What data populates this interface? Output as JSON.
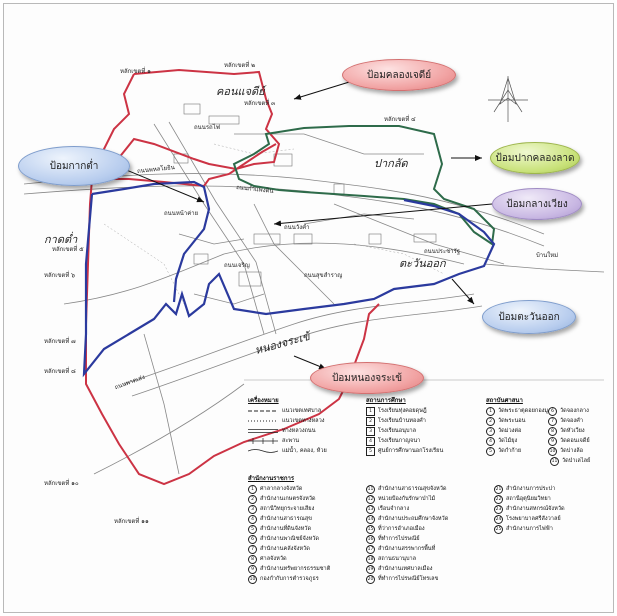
{
  "regions": {
    "ban_kae": "ป้อมคลองเจดีย์",
    "pak_khlong": "ป้อมปากคลองลาด",
    "pak_kao": "ป้อมกากต่ำ",
    "klang_wiang": "ป้อมกลางเวียง",
    "tawan_ok": "ป้อมตะวันออก",
    "nong_chorakhe": "ป้อมหนองจระเข้"
  },
  "map_text": {
    "north_area": "คอนแจดีย์",
    "west_area": "กาดต่ำ",
    "east_north": "ปากลัด",
    "east_area": "ตะวันออก",
    "south_area": "หนองจระเข้",
    "east_village": "บ้านใหม่",
    "km_labels": [
      "หลักเขตที่ ๑",
      "หลักเขตที่ ๒",
      "หลักเขตที่ ๓",
      "หลักเขตที่ ๔",
      "หลักเขตที่ ๕",
      "หลักเขตที่ ๖",
      "หลักเขตที่ ๗",
      "หลักเขตที่ ๘",
      "หลักเขตที่ ๑๐",
      "หลักเขตที่ ๑๑"
    ],
    "roads": [
      "ถนนพหลโยธิน",
      "ถนนกำแพงดิน",
      "ถนนรถไฟ",
      "ถนนวังคำ",
      "ถนนเจริญ",
      "ถนนสุขสำราญ",
      "ถนนพาดเส่ง",
      "ถนนหน้าค่าย",
      "ถนนประชารัฐ"
    ]
  },
  "legend": {
    "symbols_title": "เครื่องหมาย",
    "symbols": [
      {
        "icon": "boundary-line",
        "label": "แนวเขตเทศบาล"
      },
      {
        "icon": "city-limit-line",
        "label": "แนวเขตทางหลวง"
      },
      {
        "icon": "road-line",
        "label": "ทางหลวงถนน"
      },
      {
        "icon": "railway-line",
        "label": "สะพาน"
      },
      {
        "icon": "river-line",
        "label": "แม่น้ำ, คลอง, ห้วย"
      }
    ],
    "education_title": "สถานการศึกษา",
    "education": [
      {
        "n": "1",
        "label": "โรงเรียนทุ่งคอยดุษฎี"
      },
      {
        "n": "2",
        "label": "โรงเรียนบ้านทองคำ"
      },
      {
        "n": "3",
        "label": "โรงเรียนอนุบาล"
      },
      {
        "n": "4",
        "label": "โรงเรียนกาญจนา"
      },
      {
        "n": "5",
        "label": "ศูนย์การศึกษานอกโรงเรียน"
      }
    ],
    "religion_title": "สถาบันศาสนา",
    "religion": [
      {
        "n": "1",
        "label": "วัดพระธาตุดอยกองมู"
      },
      {
        "n": "2",
        "label": "วัดพระนอน"
      },
      {
        "n": "3",
        "label": "วัดม่วงต่อ"
      },
      {
        "n": "4",
        "label": "วัดไม้ยุง"
      },
      {
        "n": "5",
        "label": "วัดกำก้าย"
      },
      {
        "n": "6",
        "label": "วัดจองกลาง"
      },
      {
        "n": "7",
        "label": "วัดจองคำ"
      },
      {
        "n": "8",
        "label": "วัดหัวเวียง"
      },
      {
        "n": "9",
        "label": "วัดดอนเจดีย์"
      },
      {
        "n": "10",
        "label": "วัดปางล้อ"
      },
      {
        "n": "11",
        "label": "วัดป่าเลไลย์"
      }
    ],
    "offices_title": "สำนักงานราชการ",
    "offices_col1": [
      {
        "n": "1",
        "label": "ศาลากลางจังหวัด"
      },
      {
        "n": "2",
        "label": "สำนักงานเกษตรจังหวัด"
      },
      {
        "n": "3",
        "label": "สถานีวิทยุกระจายเสียง"
      },
      {
        "n": "4",
        "label": "สำนักงานสาธารณสุข"
      },
      {
        "n": "5",
        "label": "สำนักงานที่ดินจังหวัด"
      },
      {
        "n": "6",
        "label": "สำนักงานพาณิชย์จังหวัด"
      },
      {
        "n": "7",
        "label": "สำนักงานคลังจังหวัด"
      },
      {
        "n": "8",
        "label": "ศาลจังหวัด"
      },
      {
        "n": "9",
        "label": "สำนักงานทรัพยากรธรรมชาติ"
      },
      {
        "n": "10",
        "label": "กองกำกับการตำรวจภูธร"
      }
    ],
    "offices_col2": [
      {
        "n": "11",
        "label": "สำนักงานสาธารณสุขจังหวัด"
      },
      {
        "n": "12",
        "label": "หน่วยป้องกันรักษาป่าไม้"
      },
      {
        "n": "13",
        "label": "เรือนจำกลาง"
      },
      {
        "n": "14",
        "label": "สำนักงานประถมศึกษาจังหวัด"
      },
      {
        "n": "15",
        "label": "ที่ว่าการอำเภอเมือง"
      },
      {
        "n": "16",
        "label": "ที่ทำการไปรษณีย์"
      },
      {
        "n": "17",
        "label": "สำนักงานสรรพากรพื้นที่"
      },
      {
        "n": "18",
        "label": "สถานธนานุบาล"
      },
      {
        "n": "19",
        "label": "สำนักงานเทศบาลเมือง"
      },
      {
        "n": "20",
        "label": "ที่ทำการไปรษณีย์โทรเลข"
      }
    ],
    "offices_col3": [
      {
        "n": "21",
        "label": "สำนักงานการประปา"
      },
      {
        "n": "22",
        "label": "สถานีอุตุนิยมวิทยา"
      },
      {
        "n": "23",
        "label": "สำนักงานสหกรณ์จังหวัด"
      },
      {
        "n": "24",
        "label": "โรงพยาบาลศรีสังวาลย์"
      },
      {
        "n": "25",
        "label": "สำนักงานการไฟฟ้า"
      }
    ]
  }
}
